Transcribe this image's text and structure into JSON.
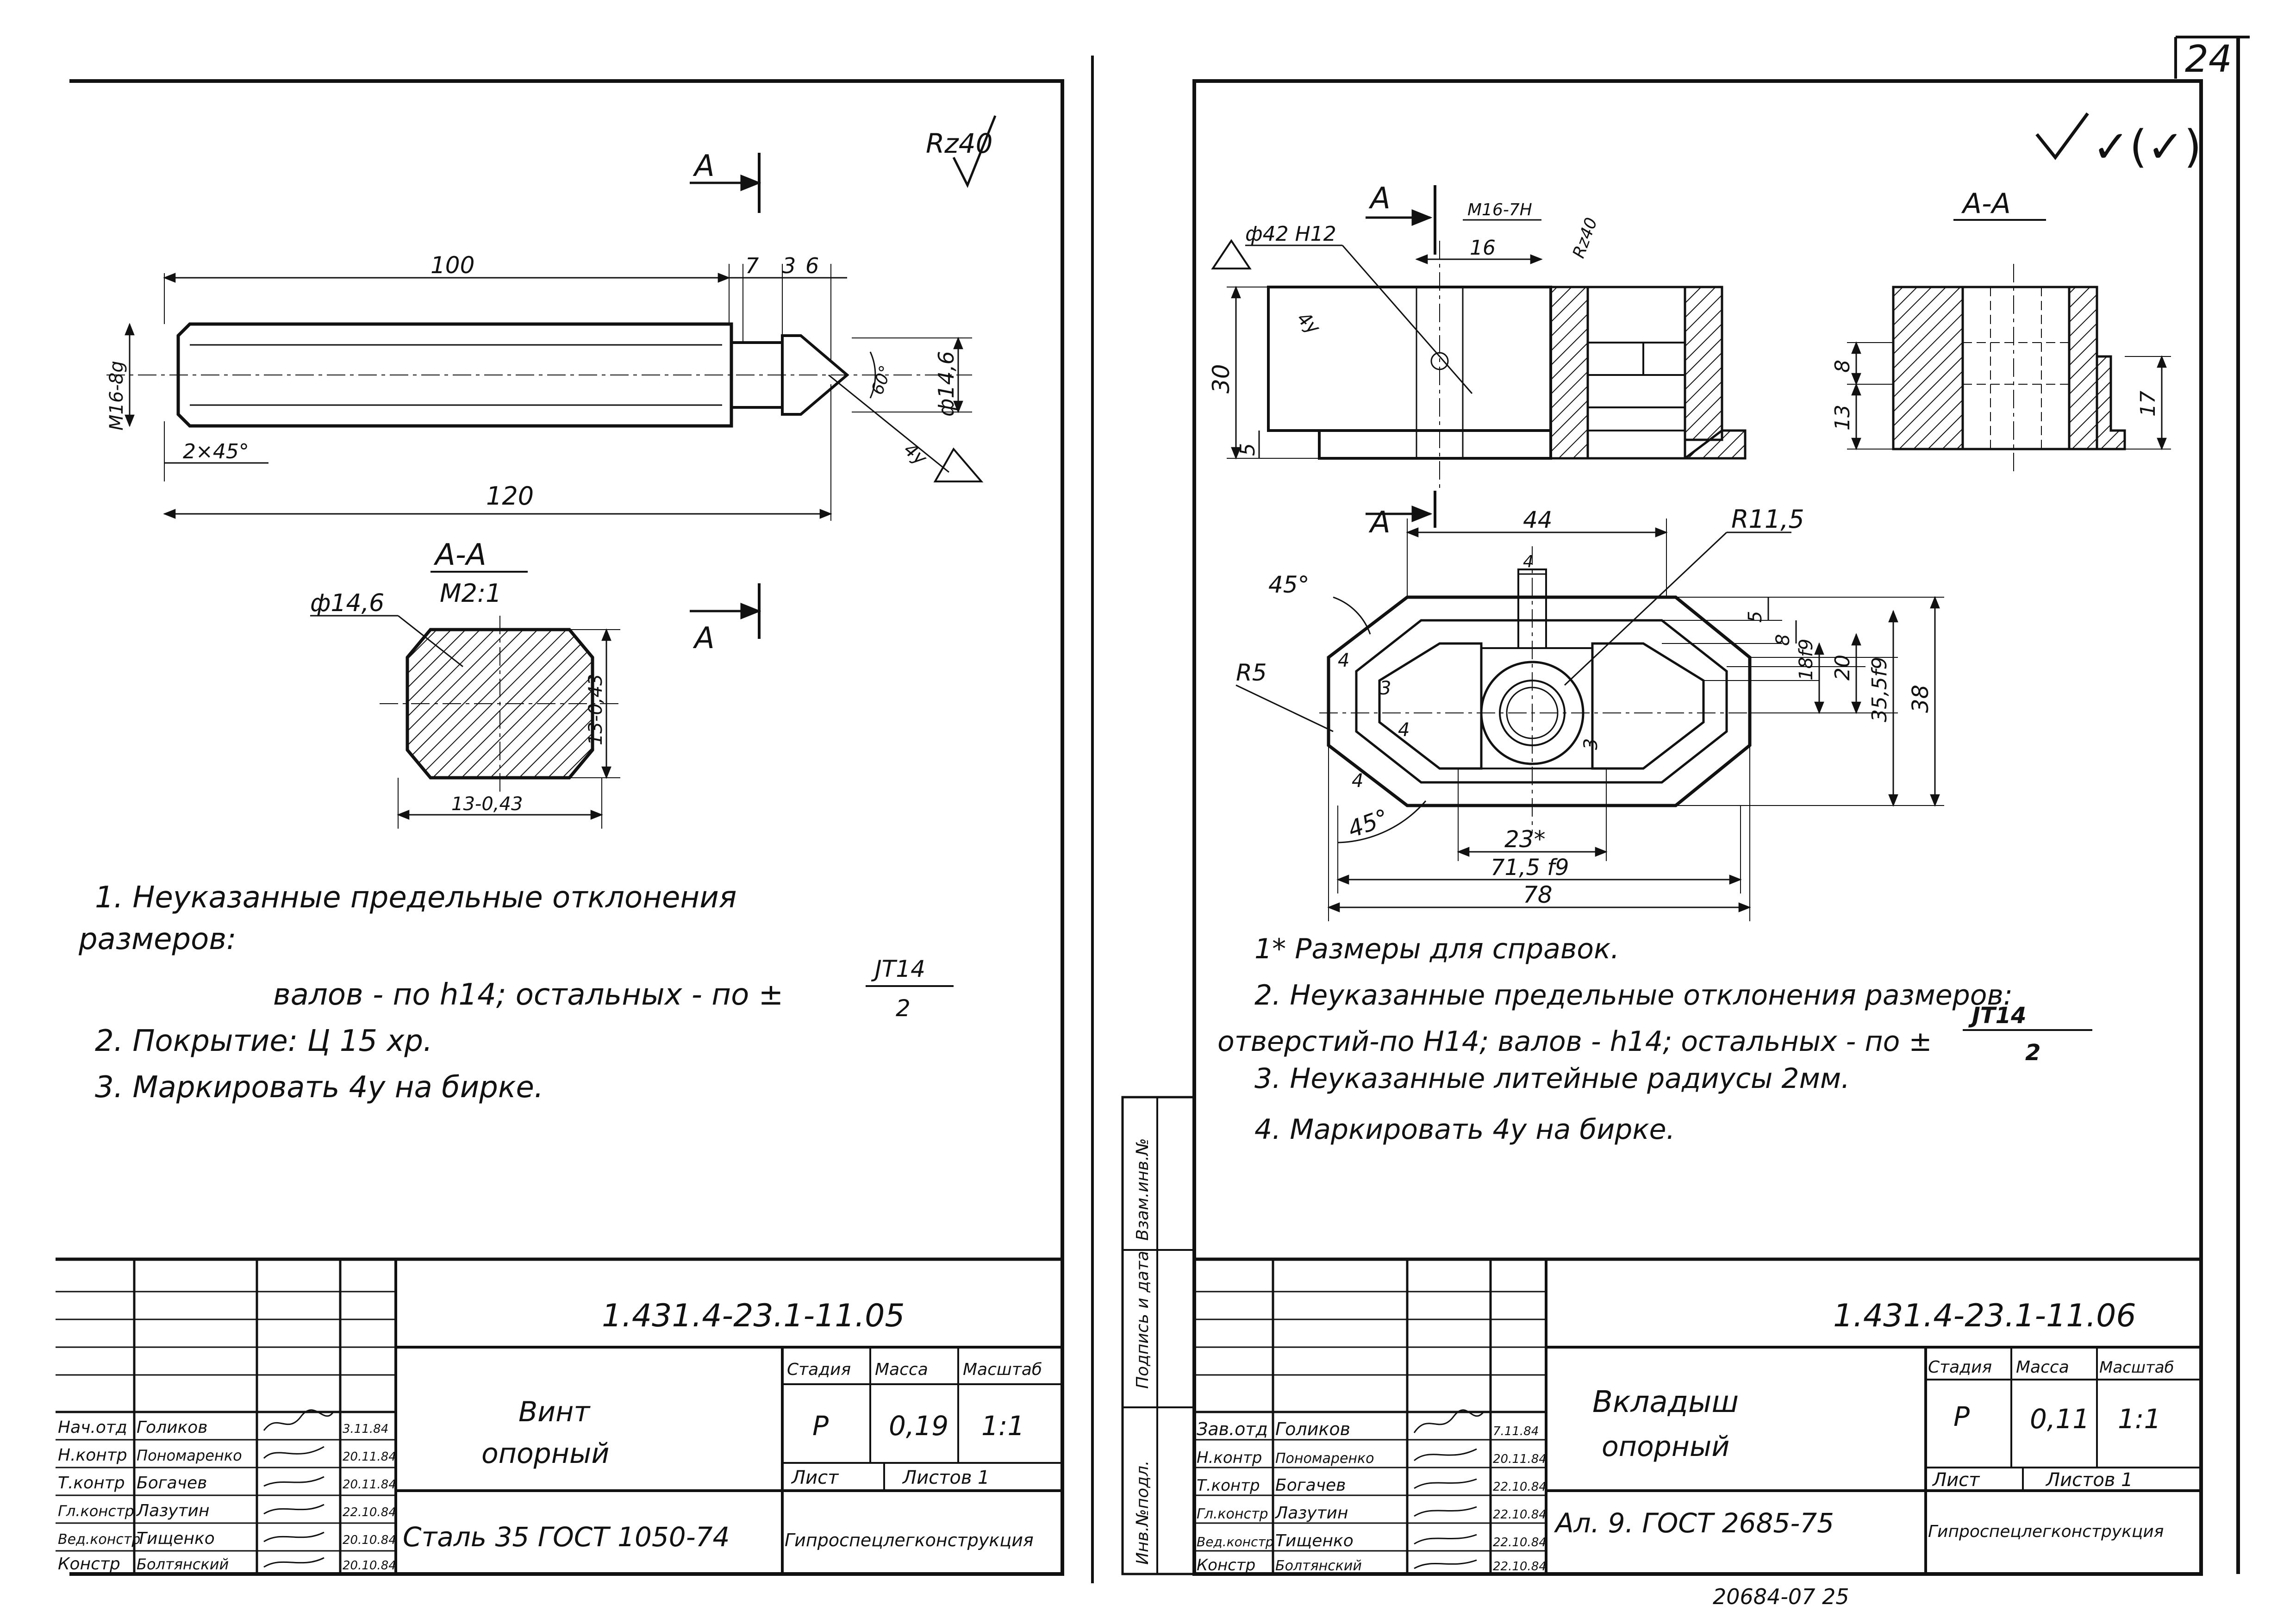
{
  "page_number": "24",
  "bottom_stamp": "20684-07   25",
  "left_sheet": {
    "roughness": "Rz40",
    "section_mark": "А",
    "section_title": "А-А",
    "section_scale": "М2:1",
    "dims": {
      "d100": "100",
      "d7": "7",
      "d3": "3",
      "d6": "6",
      "thread": "М16-8g",
      "chamfer": "2×45°",
      "d120": "120",
      "angle": "60°",
      "diam": "ф14,6",
      "mark": "4у",
      "sec_diam": "ф14,6",
      "sec_w": "13-0,43",
      "sec_h": "13-0,43"
    },
    "notes": {
      "n1a": "1. Неуказанные предельные отклонения",
      "n1b": "размеров:",
      "n1c": "валов - по h14; остальных - по ±",
      "n1frac_top": "JT14",
      "n1frac_bot": "2",
      "n2": "2. Покрытие: Ц 15 хр.",
      "n3": "3. Маркировать 4у на бирке."
    },
    "title_block": {
      "doc_code": "1.431.4-23.1-11.05",
      "name_line1": "Винт",
      "name_line2": "опорный",
      "material": "Сталь 35 ГОСТ 1050-74",
      "col_stage": "Стадия",
      "col_mass": "Масса",
      "col_scale": "Масштаб",
      "stage": "Р",
      "mass": "0,19",
      "scale": "1:1",
      "sheet_label": "Лист",
      "sheets_label": "Листов 1",
      "org": "Гипроспецлегконструкция",
      "rows": [
        {
          "role": "Нач.отд",
          "name": "Голиков",
          "date": "3.11.84"
        },
        {
          "role": "Н.контр",
          "name": "Пономаренко",
          "date": "20.11.84"
        },
        {
          "role": "Т.контр",
          "name": "Богачев",
          "date": "20.11.84"
        },
        {
          "role": "Гл.констр",
          "name": "Лазутин",
          "date": "22.10.84"
        },
        {
          "role": "Вед.констр",
          "name": "Тищенко",
          "date": "20.10.84"
        },
        {
          "role": "Констр",
          "name": "Болтянский",
          "date": "20.10.84"
        }
      ]
    }
  },
  "right_sheet": {
    "roughness": "✓(✓)",
    "section_mark": "А",
    "section_title": "А-А",
    "dims": {
      "hole": "ф42 Н12",
      "thread": "М16-7Н",
      "rz": "Rz40",
      "d16": "16",
      "d30": "30",
      "d5": "5",
      "mark": "4у",
      "d8": "8",
      "d13": "13",
      "d17": "17",
      "d44": "44",
      "r11": "R11,5",
      "d4top": "4",
      "a45top": "45°",
      "r5": "R5",
      "d5b": "5",
      "d8b": "8",
      "d189": "18f9",
      "d20": "20",
      "d355": "35,5f9",
      "d38": "38",
      "d4a": "4",
      "d3a": "3",
      "d4b": "4",
      "d4c": "4",
      "d3b": "3",
      "a45bot": "45°",
      "d23": "23*",
      "d715": "71,5 f9",
      "d78": "78"
    },
    "notes": {
      "n1": "1* Размеры для справок.",
      "n2a": "2. Неуказанные предельные отклонения размеров:",
      "n2b": "отверстий-по Н14; валов - h14; остальных - по ±",
      "n2frac_top": "JT14",
      "n2frac_bot": "2",
      "n3": "3. Неуказанные литейные радиусы 2мм.",
      "n4": "4. Маркировать 4у на бирке."
    },
    "side_stamp": {
      "col1": "Инв.№подл.",
      "col2": "Подпись и дата",
      "col3": "Взам.инв.№"
    },
    "title_block": {
      "doc_code": "1.431.4-23.1-11.06",
      "name_line1": "Вкладыш",
      "name_line2": "опорный",
      "material": "Ал. 9. ГОСТ 2685-75",
      "col_stage": "Стадия",
      "col_mass": "Масса",
      "col_scale": "Масштаб",
      "stage": "Р",
      "mass": "0,11",
      "scale": "1:1",
      "sheet_label": "Лист",
      "sheets_label": "Листов 1",
      "org": "Гипроспецлегконструкция",
      "rows": [
        {
          "role": "Зав.отд",
          "name": "Голиков",
          "date": "7.11.84"
        },
        {
          "role": "Н.контр",
          "name": "Пономаренко",
          "date": "20.11.84"
        },
        {
          "role": "Т.контр",
          "name": "Богачев",
          "date": "22.10.84"
        },
        {
          "role": "Гл.констр",
          "name": "Лазутин",
          "date": "22.10.84"
        },
        {
          "role": "Вед.констр",
          "name": "Тищенко",
          "date": "22.10.84"
        },
        {
          "role": "Констр",
          "name": "Болтянский",
          "date": "22.10.84"
        }
      ]
    }
  }
}
